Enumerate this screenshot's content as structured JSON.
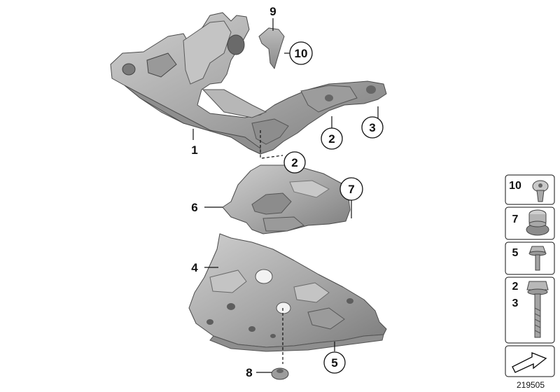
{
  "drawing_number": "219505",
  "parts": [
    {
      "id": "subframe",
      "callout": "1"
    },
    {
      "id": "bolt-top",
      "callout": "2"
    },
    {
      "id": "bolt-bottom",
      "callout": "2"
    },
    {
      "id": "bolt-front",
      "callout": "3"
    },
    {
      "id": "underbody-panel",
      "callout": "4"
    },
    {
      "id": "panel-nut",
      "callout": "5"
    },
    {
      "id": "shield",
      "callout": "6"
    },
    {
      "id": "shield-grommet",
      "callout": "7"
    },
    {
      "id": "panel-clip",
      "callout": "8"
    },
    {
      "id": "bracket",
      "callout": "9"
    },
    {
      "id": "bracket-rivet",
      "callout": "10"
    }
  ],
  "legend": [
    {
      "labels": [
        "10"
      ],
      "icon": "expanding-rivet-icon"
    },
    {
      "labels": [
        "7"
      ],
      "icon": "rubber-grommet-icon"
    },
    {
      "labels": [
        "5"
      ],
      "icon": "hex-flange-screw-icon"
    },
    {
      "labels": [
        "2",
        "3"
      ],
      "icon": "long-hex-bolt-icon"
    },
    {
      "labels": [],
      "icon": "assembly-arrow-icon"
    }
  ],
  "colors": {
    "part_fill": "#a9a9a9",
    "part_shadow": "#7c7c7c",
    "part_highlight": "#cfcfcf",
    "line": "#111111"
  }
}
